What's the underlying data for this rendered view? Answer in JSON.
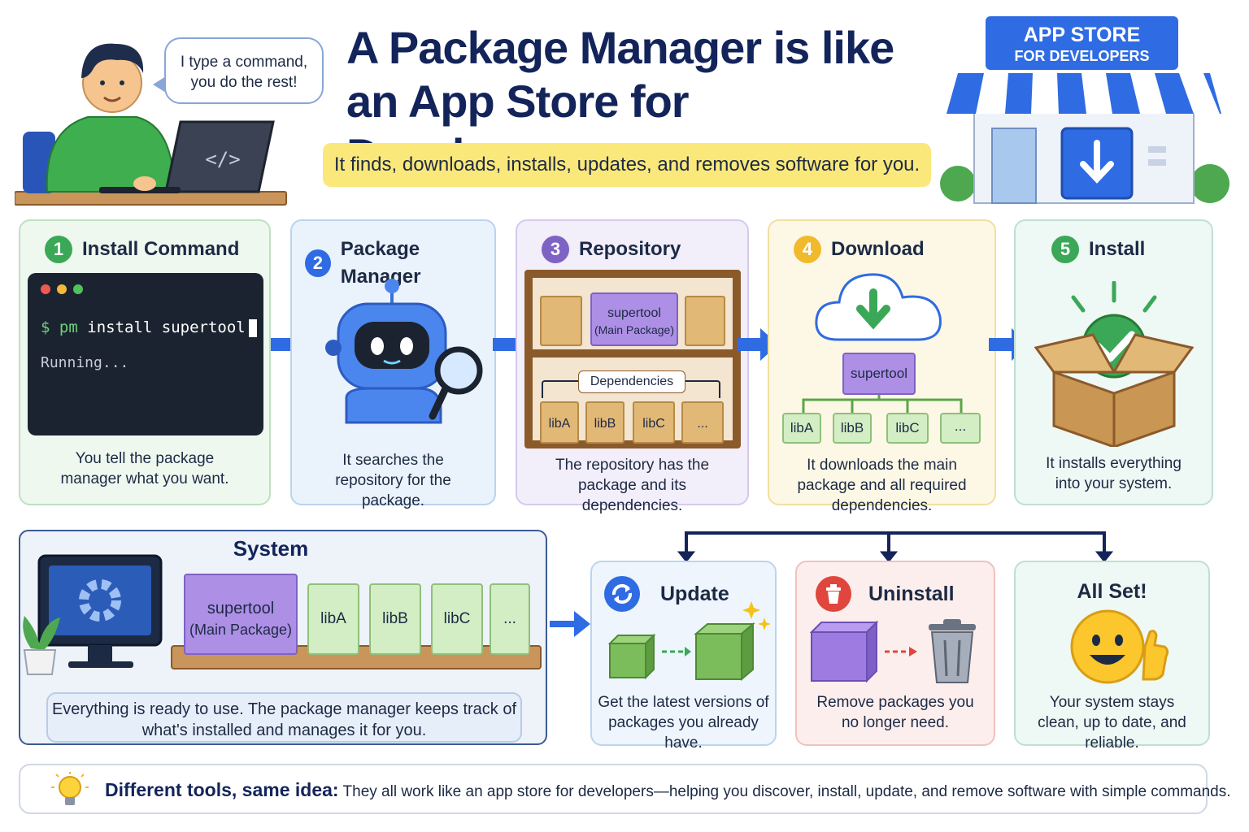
{
  "header": {
    "title_line1": "A Package Manager is like",
    "title_line2": "an App Store for Developers",
    "tagline": "It finds, downloads, installs, updates, and removes software for you.",
    "speech": "I type a command, you do the rest!",
    "store_line1": "APP STORE",
    "store_line2": "FOR DEVELOPERS",
    "laptop_glyph": "</>"
  },
  "steps": [
    {
      "num": "1",
      "title": "Install Command",
      "caption": "You tell the package manager what you want."
    },
    {
      "num": "2",
      "title": "Package Manager",
      "caption": "It searches the repository for the package."
    },
    {
      "num": "3",
      "title": "Repository",
      "caption": "The repository has the package and its dependencies."
    },
    {
      "num": "4",
      "title": "Download",
      "caption": "It downloads the main package and all required dependencies."
    },
    {
      "num": "5",
      "title": "Install",
      "caption": "It installs everything into your system."
    }
  ],
  "terminal": {
    "prompt": "$",
    "command_name": "pm",
    "command_args": "install supertool",
    "status": "Running..."
  },
  "packages": {
    "main": "supertool",
    "main_sub": "(Main Package)",
    "deps_label": "Dependencies",
    "libs": [
      "libA",
      "libB",
      "libC",
      "..."
    ]
  },
  "system": {
    "title": "System",
    "note": "Everything is ready to use. The package manager keeps track of what's installed and manages it for you."
  },
  "actions": [
    {
      "title": "Update",
      "caption": "Get the latest versions of packages you already have."
    },
    {
      "title": "Uninstall",
      "caption": "Remove packages you no longer need."
    },
    {
      "title": "All Set!",
      "caption": "Your system stays clean, up to date, and reliable."
    }
  ],
  "footer": {
    "lead": "Different tools, same idea:",
    "text": "They all work like an app store for developers—helping you discover, install, update, and remove software with simple commands."
  },
  "colors": {
    "navy": "#13245a",
    "blue": "#2f6be3",
    "green": "#3aa856",
    "purple": "#7e62c4",
    "yellow": "#f1b92c",
    "red": "#e0463d"
  }
}
